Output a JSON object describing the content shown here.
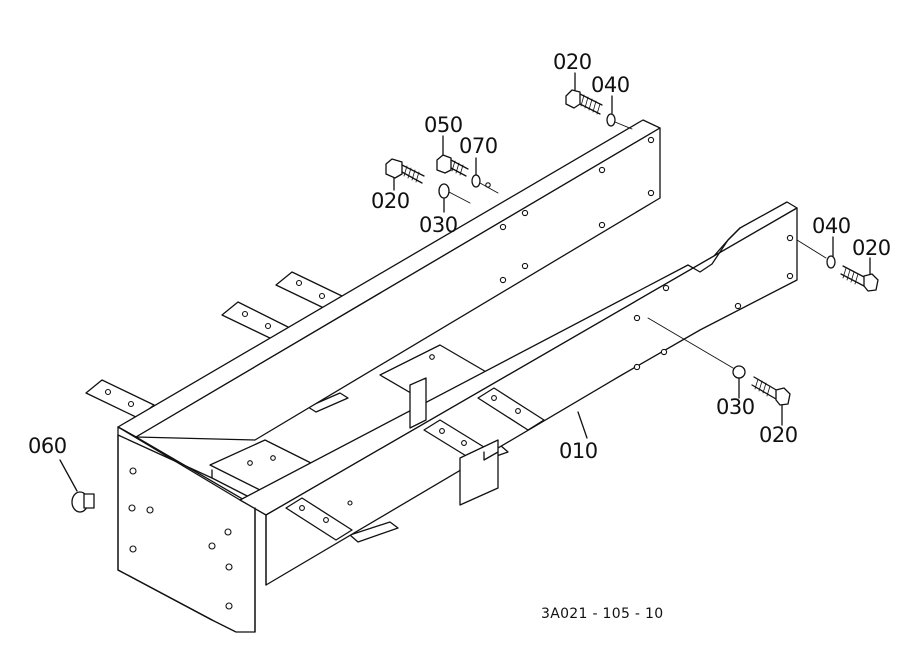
{
  "callouts": {
    "bolt_top_right": "020",
    "washer_top_right": "040",
    "bolt_050": "050",
    "washer_070": "070",
    "bolt_left": "020",
    "washer_left": "030",
    "washer_side": "040",
    "bolt_side": "020",
    "washer_front": "030",
    "bolt_front": "020",
    "frame": "010",
    "plug": "060"
  },
  "drawing_code": "3A021 - 105 - 10"
}
